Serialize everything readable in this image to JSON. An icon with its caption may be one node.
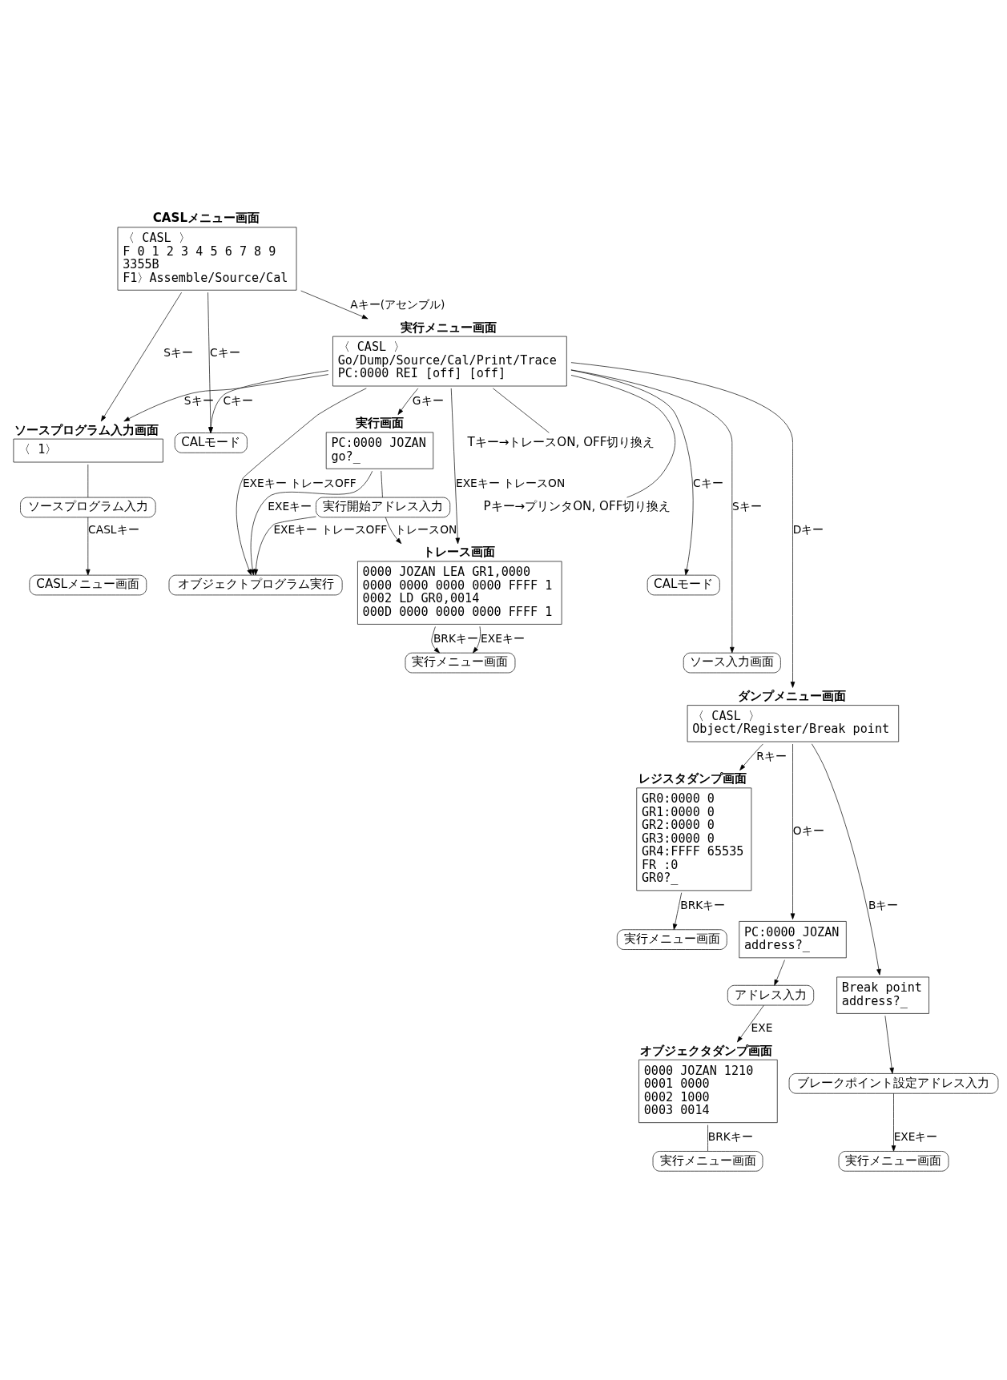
{
  "diagram": {
    "nodes": [
      {
        "text": [
          "CASLメニュー画面",
          "〈 CASL 〉",
          "F 0 1 2 3 4 5 6 7 8 9",
          "3355B",
          "F1〉Assemble/Source/Cal"
        ]
      },
      {
        "text": [
          "ソースプログラム入力画面",
          "〈 1〉"
        ]
      },
      {
        "text": [
          "CALモード"
        ]
      },
      {
        "text": [
          "実行メニュー画面",
          "〈 CASL 〉",
          "Go/Dump/Source/Cal/Print/Trace",
          "PC:0000 REI [off] [off]"
        ]
      },
      {
        "text": [
          "ソースプログラム入力"
        ]
      },
      {
        "text": [
          "CASLメニュー画面"
        ]
      },
      {
        "text": [
          "実行画面",
          "PC:0000 JOZAN",
          "go?_"
        ]
      },
      {
        "text": [
          "実行開始アドレス入力"
        ]
      },
      {
        "text": [
          "オブジェクトプログラム実行"
        ]
      },
      {
        "text": [
          "Tキー→トレースON, OFF切り換え"
        ]
      },
      {
        "text": [
          "Pキー→プリンタON, OFF切り換え"
        ]
      },
      {
        "text": [
          "CALモード"
        ]
      },
      {
        "text": [
          "ソース入力画面"
        ]
      },
      {
        "text": [
          "ダンプメニュー画面",
          "〈 CASL 〉",
          "Object/Register/Break point"
        ]
      },
      {
        "text": [
          "トレース画面",
          "0000 JOZAN LEA GR1,0000",
          "0000 0000 0000 0000 FFFF 1",
          "0002 LD GR0,0014",
          "000D 0000 0000 0000 FFFF 1"
        ]
      },
      {
        "text": [
          "実行メニュー画面"
        ]
      },
      {
        "text": [
          "レジスタダンプ画面",
          "GR0:0000 0",
          "GR1:0000 0",
          "GR2:0000 0",
          "GR3:0000 0",
          "GR4:FFFF 65535",
          "FR :0",
          "GR0?_"
        ]
      },
      {
        "text": [
          "PC:0000 JOZAN",
          "address?_"
        ]
      },
      {
        "text": [
          "実行メニュー画面"
        ]
      },
      {
        "text": [
          "アドレス入力"
        ]
      },
      {
        "text": [
          "オブジェクタダンプ画面",
          "0000 JOZAN 1210",
          "0001 0000",
          "0002 1000",
          "0003 0014"
        ]
      },
      {
        "text": [
          "Break point",
          "address?_"
        ]
      },
      {
        "text": [
          "ブレークポイント設定アドレス入力"
        ]
      },
      {
        "text": [
          "実行メニュー画面"
        ]
      },
      {
        "text": [
          "実行メニュー画面"
        ]
      }
    ],
    "edges": [
      {
        "from": 0,
        "to": 1,
        "arrow": "to",
        "label": "Sキー"
      },
      {
        "from": 0,
        "to": 2,
        "arrow": "to",
        "label": "Cキー"
      },
      {
        "from": 0,
        "to": 3,
        "arrow": "to",
        "label": "Aキー(アセンブル)"
      },
      {
        "from": 3,
        "to": 2,
        "arrow": "to",
        "label": "Cキー"
      },
      {
        "from": 3,
        "to": 1,
        "arrow": "to",
        "label": "Sキー"
      },
      {
        "from": 1,
        "to": 4,
        "arrow": "none"
      },
      {
        "from": 4,
        "to": 5,
        "arrow": "to",
        "label": "CASLキー"
      },
      {
        "from": 3,
        "to": 6,
        "arrow": "to",
        "label": "Gキー"
      },
      {
        "from": 6,
        "to": 8,
        "arrow": "to",
        "label": "EXEキー"
      },
      {
        "from": 6,
        "to": 7,
        "arrow": "none"
      },
      {
        "from": 7,
        "to": 8,
        "arrow": "to",
        "label": "EXEキー トレースOFF"
      },
      {
        "from": 7,
        "to": 14,
        "arrow": "to",
        "label": "トレースON"
      },
      {
        "from": 3,
        "to": 9,
        "arrow": "none"
      },
      {
        "from": 3,
        "to": 10,
        "arrow": "none"
      },
      {
        "from": 3,
        "to": 11,
        "arrow": "to",
        "label": "Cキー"
      },
      {
        "from": 3,
        "to": 12,
        "arrow": "to",
        "label": "Sキー"
      },
      {
        "from": 3,
        "to": 8,
        "arrow": "to",
        "label": "EXEキー トレースOFF"
      },
      {
        "from": 3,
        "to": 14,
        "arrow": "to",
        "label": "EXEキー トレースON"
      },
      {
        "from": 3,
        "to": 13,
        "arrow": "to",
        "label": "Dキー"
      },
      {
        "from": 14,
        "to": 15,
        "arrow": "to",
        "label": "BRKキー"
      },
      {
        "from": 14,
        "to": 15,
        "arrow": "to",
        "label": "EXEキー"
      },
      {
        "from": 13,
        "to": 16,
        "arrow": "to",
        "label": "Rキー"
      },
      {
        "from": 13,
        "to": 21,
        "arrow": "to",
        "label": "Bキー"
      },
      {
        "from": 13,
        "to": 17,
        "arrow": "to",
        "label": "Oキー"
      },
      {
        "from": 16,
        "to": 18,
        "arrow": "to",
        "label": "BRKキー"
      },
      {
        "from": 17,
        "to": 19,
        "arrow": "to"
      },
      {
        "from": 19,
        "to": 20,
        "arrow": "to",
        "label": "EXE"
      },
      {
        "from": 20,
        "to": 23,
        "arrow": "none",
        "label": "BRKキー"
      },
      {
        "from": 21,
        "to": 22,
        "arrow": "to"
      },
      {
        "from": 22,
        "to": 24,
        "arrow": "to",
        "label": "EXEキー"
      }
    ]
  }
}
